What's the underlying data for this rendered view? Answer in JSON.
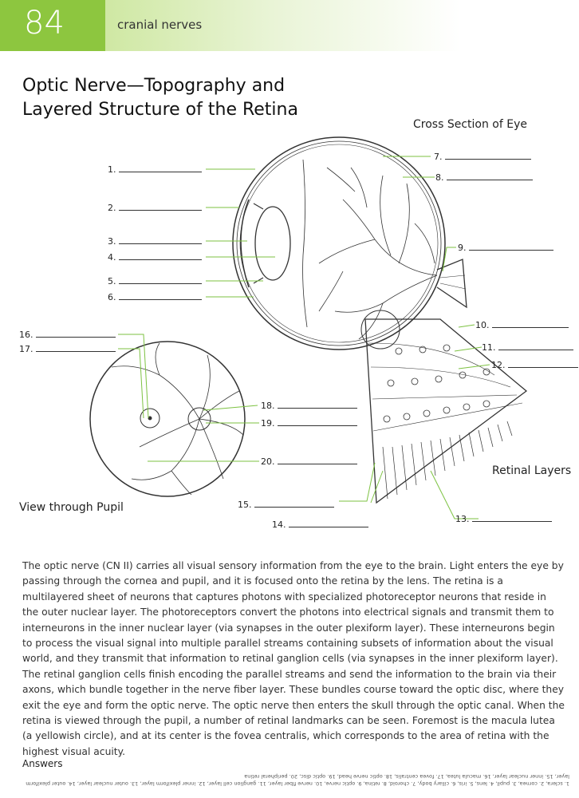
{
  "header": {
    "page_number": "84",
    "chapter": "cranial nerves"
  },
  "title": "Optic Nerve—Topography and\nLayered Structure of the Retina",
  "captions": {
    "cross_section": "Cross Section of Eye",
    "view_pupil": "View through Pupil",
    "retinal_layers": "Retinal Layers"
  },
  "labels": [
    "1.",
    "2.",
    "3.",
    "4.",
    "5.",
    "6.",
    "7.",
    "8.",
    "9.",
    "10.",
    "11.",
    "12.",
    "13.",
    "14.",
    "15.",
    "16.",
    "17.",
    "18.",
    "19.",
    "20."
  ],
  "body": "The optic nerve (CN II) carries all visual sensory information from the eye to the brain. Light enters the eye by passing through the cornea and pupil, and it is focused onto the retina by the lens. The retina is a multilayered sheet of neurons that captures photons with specialized photoreceptor neurons that reside in the outer nuclear layer. The photoreceptors convert the photons into electrical signals and transmit them to interneurons in the inner nuclear layer (via synapses in the outer plexiform layer). These interneurons begin to process the visual signal into multiple parallel streams containing subsets of information about the visual world, and they transmit that information to retinal ganglion cells (via synapses in the inner plexiform layer). The retinal ganglion cells finish encoding the parallel streams and send the information to the brain via their axons, which bundle together in the nerve fiber layer. These bundles course toward the optic disc, where they exit the eye and form the optic nerve. The optic nerve then enters the skull through the optic canal. When the retina is viewed through the pupil, a number of retinal landmarks can be seen. Foremost is the macula lutea (a yellowish circle), and at its center is the fovea centralis, which corresponds to the area of retina with the highest visual acuity.",
  "answers": {
    "title": "Answers",
    "text": "1. sclera, 2. cornea, 3. pupil, 4. lens, 5. iris, 6. ciliary body, 7. choroid, 8. retina, 9. optic nerve, 10. nerve fiber layer, 11. ganglion cell layer, 12. inner plexiform layer, 13. outer nuclear layer, 14. outer plexiform layer, 15. inner nuclear layer, 16. macula lutea, 17. fovea centralis, 18. optic nerve head, 19. optic disc, 20. peripheral retina"
  },
  "colors": {
    "accent": "#8dc63f",
    "leader": "#7dc242"
  }
}
